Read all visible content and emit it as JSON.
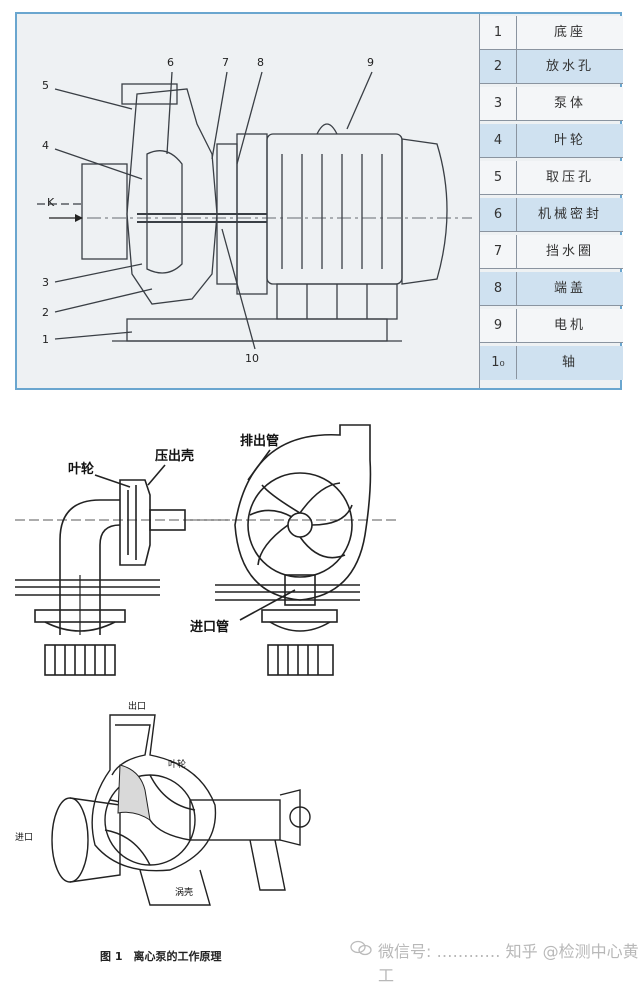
{
  "section1": {
    "legend": [
      {
        "num": "1",
        "name": "底座"
      },
      {
        "num": "2",
        "name": "放水孔"
      },
      {
        "num": "3",
        "name": "泵体"
      },
      {
        "num": "4",
        "name": "叶轮"
      },
      {
        "num": "5",
        "name": "取压孔"
      },
      {
        "num": "6",
        "name": "机械密封"
      },
      {
        "num": "7",
        "name": "挡水圈"
      },
      {
        "num": "8",
        "name": "端盖"
      },
      {
        "num": "9",
        "name": "电机"
      },
      {
        "num": "1₀",
        "name": "轴"
      }
    ],
    "callouts": [
      "1",
      "2",
      "3",
      "4",
      "5",
      "6",
      "7",
      "8",
      "9",
      "10"
    ],
    "arrow_label": "K"
  },
  "section2": {
    "impeller": "叶轮",
    "volute": "压出壳",
    "discharge_pipe": "排出管",
    "inlet_pipe": "进口管"
  },
  "section3": {
    "outlet": "出口",
    "impeller": "叶轮",
    "inlet": "进口",
    "casing": "涡壳",
    "caption": "图 1　离心泵的工作原理"
  },
  "watermark": "微信号: ………… 知乎 @检测中心黄工"
}
